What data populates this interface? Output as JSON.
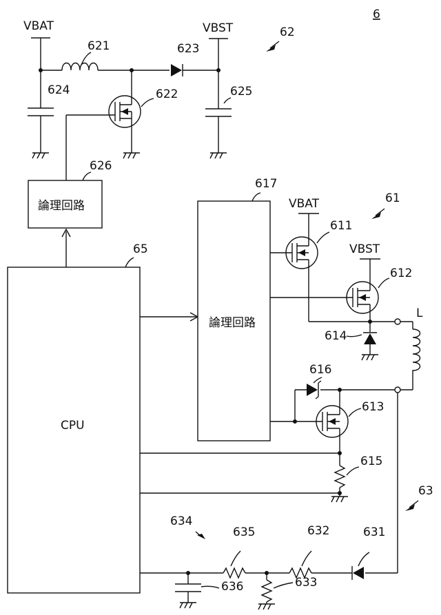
{
  "figure_number": "6",
  "rails": {
    "vbat_top": "VBAT",
    "vbst_top": "VBST",
    "vbat_right": "VBAT",
    "vbst_right": "VBST"
  },
  "blocks": {
    "cpu": "CPU",
    "logic_left": "論理回路",
    "logic_right": "論理回路"
  },
  "inductor_label": "L",
  "refs": {
    "r6": "6",
    "r61": "61",
    "r62": "62",
    "r63": "63",
    "r65": "65",
    "r611": "611",
    "r612": "612",
    "r613": "613",
    "r614": "614",
    "r615": "615",
    "r616": "616",
    "r617": "617",
    "r621": "621",
    "r622": "622",
    "r623": "623",
    "r624": "624",
    "r625": "625",
    "r626": "626",
    "r631": "631",
    "r632": "632",
    "r633": "633",
    "r634": "634",
    "r635": "635",
    "r636": "636"
  }
}
